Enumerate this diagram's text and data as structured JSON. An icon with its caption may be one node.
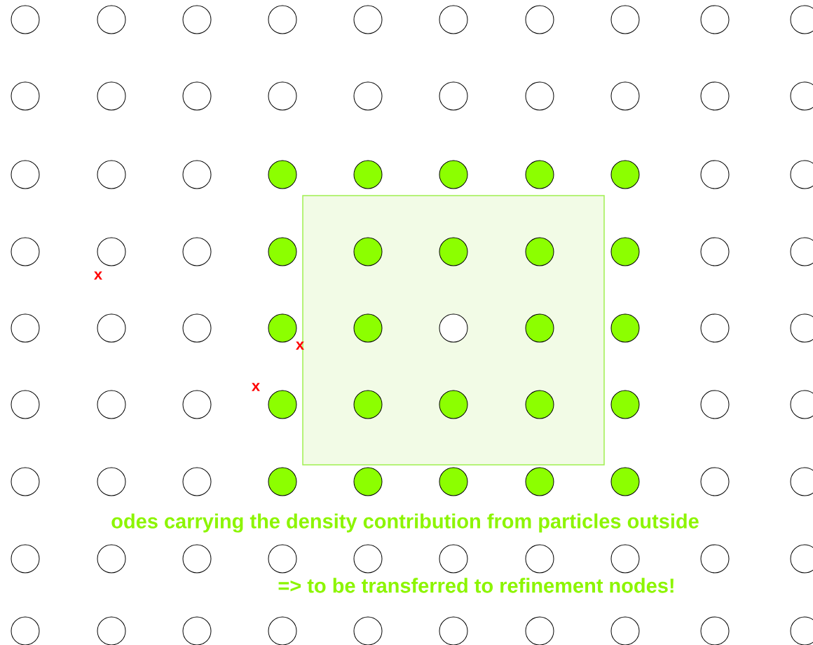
{
  "diagram": {
    "labels": [
      "x",
      "x",
      "x",
      "odes carrying the density contribution from particles outside",
      "=> to be transferred to refinement nodes!"
    ]
  }
}
